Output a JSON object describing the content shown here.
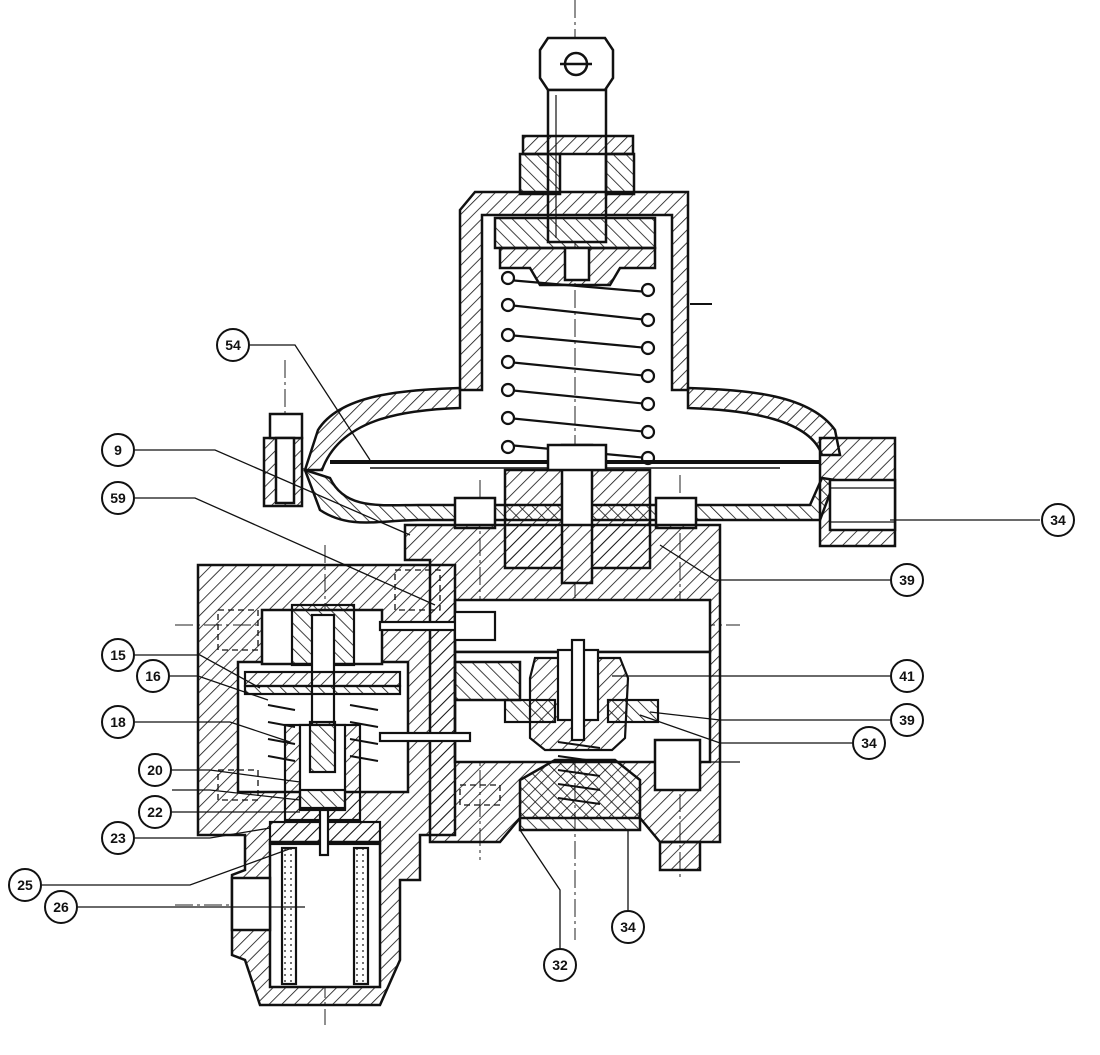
{
  "callouts": [
    {
      "id": "c54",
      "text": "54"
    },
    {
      "id": "c9",
      "text": "9"
    },
    {
      "id": "c59",
      "text": "59"
    },
    {
      "id": "c34a",
      "text": "34"
    },
    {
      "id": "c39a",
      "text": "39"
    },
    {
      "id": "c15",
      "text": "15"
    },
    {
      "id": "c16",
      "text": "16"
    },
    {
      "id": "c41",
      "text": "41"
    },
    {
      "id": "c18",
      "text": "18"
    },
    {
      "id": "c39b",
      "text": "39"
    },
    {
      "id": "c34b",
      "text": "34"
    },
    {
      "id": "c20",
      "text": "20"
    },
    {
      "id": "c22",
      "text": "22"
    },
    {
      "id": "c23",
      "text": "23"
    },
    {
      "id": "c25",
      "text": "25"
    },
    {
      "id": "c26",
      "text": "26"
    },
    {
      "id": "c34c",
      "text": "34"
    },
    {
      "id": "c32",
      "text": "32"
    }
  ]
}
